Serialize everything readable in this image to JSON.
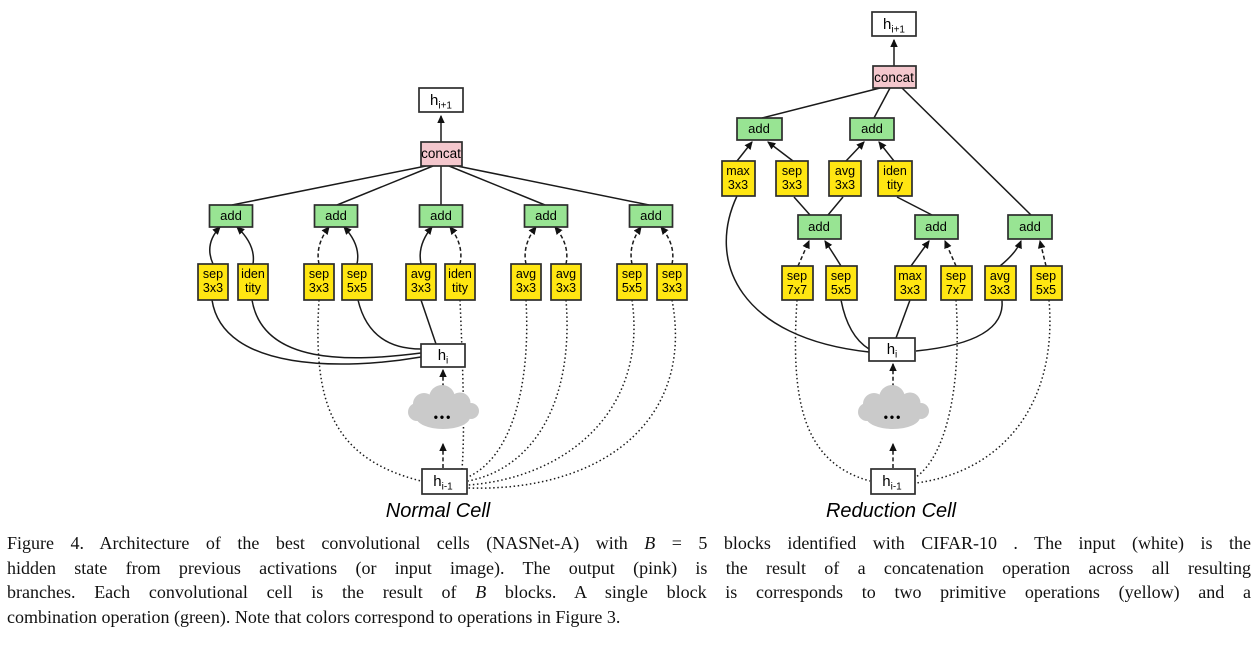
{
  "normal": {
    "title": "Normal Cell",
    "h_out": {
      "base": "h",
      "sub": "i+1"
    },
    "concat_label": "concat",
    "add_labels": [
      "add",
      "add",
      "add",
      "add",
      "add"
    ],
    "ops": [
      [
        "sep",
        "3x3"
      ],
      [
        "iden",
        "tity"
      ],
      [
        "sep",
        "3x3"
      ],
      [
        "sep",
        "5x5"
      ],
      [
        "avg",
        "3x3"
      ],
      [
        "iden",
        "tity"
      ],
      [
        "avg",
        "3x3"
      ],
      [
        "avg",
        "3x3"
      ],
      [
        "sep",
        "5x5"
      ],
      [
        "sep",
        "3x3"
      ]
    ],
    "h_i": {
      "base": "h",
      "sub": "i"
    },
    "h_prev": {
      "base": "h",
      "sub": "i-1"
    },
    "cloud_dots": "•••"
  },
  "reduction": {
    "title": "Reduction Cell",
    "h_out": {
      "base": "h",
      "sub": "i+1"
    },
    "concat_label": "concat",
    "upper_add_labels": [
      "add",
      "add"
    ],
    "upper_ops": [
      [
        "max",
        "3x3"
      ],
      [
        "sep",
        "3x3"
      ],
      [
        "avg",
        "3x3"
      ],
      [
        "iden",
        "tity"
      ]
    ],
    "lower_add_labels": [
      "add",
      "add",
      "add"
    ],
    "lower_ops": [
      [
        "sep",
        "7x7"
      ],
      [
        "sep",
        "5x5"
      ],
      [
        "max",
        "3x3"
      ],
      [
        "sep",
        "7x7"
      ],
      [
        "avg",
        "3x3"
      ],
      [
        "sep",
        "5x5"
      ]
    ],
    "h_i": {
      "base": "h",
      "sub": "i"
    },
    "h_prev": {
      "base": "h",
      "sub": "i-1"
    },
    "cloud_dots": "•••"
  },
  "colors": {
    "primitive_op_yellow": "#ffe612",
    "combination_green": "#98e493",
    "concat_pink": "#f4c7cd",
    "input_white": "#ffffff",
    "box_border": "#2d2d2d",
    "edge_line": "#1a1a1a",
    "cloud_gray": "#cacaca"
  },
  "caption": {
    "lines": [
      [
        {
          "t": "Figure 4. Architecture of the best convolutional cells (NASNet-A) with ",
          "i": 0
        },
        {
          "t": "B",
          "i": 1
        },
        {
          "t": " = 5 blocks identified with CIFAR-10 . The input (white) is the",
          "i": 0
        }
      ],
      [
        {
          "t": "hidden state from previous activations (or input image). The output (pink) is the result of a concatenation operation across all resulting",
          "i": 0
        }
      ],
      [
        {
          "t": "branches. Each convolutional cell is the result of ",
          "i": 0
        },
        {
          "t": "B",
          "i": 1
        },
        {
          "t": " blocks. A single block is corresponds to two primitive operations (yellow) and a",
          "i": 0
        }
      ],
      [
        {
          "t": "combination operation (green). Note that colors correspond to operations in Figure 3.",
          "i": 0
        }
      ]
    ]
  }
}
